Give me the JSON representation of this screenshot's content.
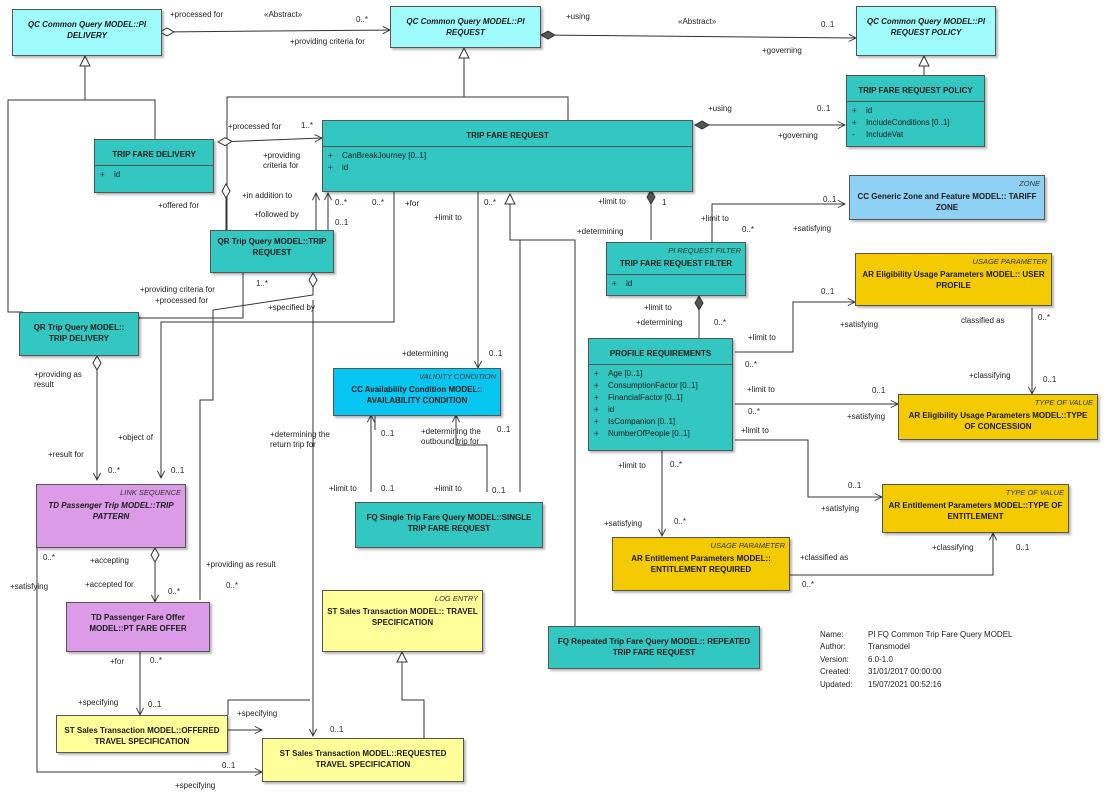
{
  "classes": {
    "pi_delivery": {
      "title": "QC Common Query MODEL::PI DELIVERY"
    },
    "pi_request": {
      "title": "QC Common Query MODEL::PI REQUEST"
    },
    "pi_request_policy": {
      "title": "QC Common Query MODEL::PI REQUEST POLICY"
    },
    "trip_fare_request_policy": {
      "title": "TRIP FARE REQUEST POLICY",
      "attrs": [
        {
          "vis": "+",
          "name": "id"
        },
        {
          "vis": "+",
          "name": "IncludeConditions [0..1]"
        },
        {
          "vis": "-",
          "name": "IncludeVat"
        }
      ]
    },
    "trip_fare_delivery": {
      "title": "TRIP FARE DELIVERY",
      "attrs": [
        {
          "vis": "+",
          "name": "id"
        }
      ]
    },
    "trip_fare_request": {
      "title": "TRIP FARE REQUEST",
      "attrs": [
        {
          "vis": "+",
          "name": "CanBreakJourney [0..1]"
        },
        {
          "vis": "+",
          "name": "id"
        }
      ]
    },
    "tariff_zone": {
      "stereotype": "ZONE",
      "title": "CC Generic Zone and Feature MODEL:: TARIFF ZONE"
    },
    "qr_trip_request": {
      "title": "QR Trip Query MODEL::TRIP REQUEST"
    },
    "trip_fare_request_filter": {
      "stereotype": "PI REQUEST FILTER",
      "title": "TRIP FARE REQUEST FILTER",
      "attrs": [
        {
          "vis": "+",
          "name": "id"
        }
      ]
    },
    "user_profile": {
      "stereotype": "USAGE PARAMETER",
      "title": "AR Eligibility Usage Parameters MODEL:: USER PROFILE"
    },
    "qr_trip_delivery": {
      "title": "QR Trip Query MODEL:: TRIP DELIVERY"
    },
    "profile_requirements": {
      "title": "PROFILE REQUIREMENTS",
      "attrs": [
        {
          "vis": "+",
          "name": "Age [0..1]"
        },
        {
          "vis": "+",
          "name": "ConsumptionFactor [0..1]"
        },
        {
          "vis": "+",
          "name": "FinancialFactor [0..1]"
        },
        {
          "vis": "+",
          "name": "id"
        },
        {
          "vis": "+",
          "name": "IsCompanion [0..1]"
        },
        {
          "vis": "+",
          "name": "NumberOfPeople [0..1]"
        }
      ]
    },
    "availability_condition": {
      "stereotype": "VALIDITY CONDITION",
      "title": "CC Availability Condition MODEL:: AVAILABILITY CONDITION"
    },
    "type_of_concession": {
      "stereotype": "TYPE OF VALUE",
      "title": "AR Eligibility Usage Parameters MODEL::TYPE OF CONCESSION"
    },
    "trip_pattern": {
      "stereotype": "LINK SEQUENCE",
      "title": "TD Passenger Trip MODEL::TRIP PATTERN"
    },
    "single_trip_fare_request": {
      "title": "FQ Single Trip Fare Query MODEL::SINGLE TRIP FARE REQUEST"
    },
    "type_of_entitlement": {
      "stereotype": "TYPE OF VALUE",
      "title": "AR Entitlement Parameters MODEL::TYPE OF ENTITLEMENT"
    },
    "entitlement_required": {
      "stereotype": "USAGE PARAMETER",
      "title": "AR Entitlement Parameters MODEL:: ENTITLEMENT REQUIRED"
    },
    "pt_fare_offer": {
      "title": "TD Passenger Fare Offer MODEL::PT FARE OFFER"
    },
    "travel_specification": {
      "stereotype": "LOG ENTRY",
      "title": "ST Sales Transaction MODEL:: TRAVEL SPECIFICATION"
    },
    "repeated_trip_fare_request": {
      "title": "FQ Repeated Trip Fare Query MODEL:: REPEATED TRIP FARE REQUEST"
    },
    "offered_travel_spec": {
      "title": "ST Sales Transaction MODEL::OFFERED TRAVEL SPECIFICATION"
    },
    "requested_travel_spec": {
      "title": "ST Sales Transaction MODEL::REQUESTED TRAVEL SPECIFICATION"
    }
  },
  "labels": [
    "+processed for",
    "«Abstract»",
    "0..*",
    "+providing criteria for",
    "+using",
    "«Abstract»",
    "0..1",
    "+governing",
    "+using",
    "0..1",
    "+governing",
    "+processed for",
    "1..*",
    "+providing criteria for",
    "+in addition to",
    "+followed by",
    "0..*",
    "0..1",
    "0..*",
    "+for",
    "0..*",
    "+limit to",
    "+limit to",
    "1",
    "+limit to",
    "0..1",
    "0..*",
    "+satisfying",
    "+determining",
    "+offered for",
    "+providing criteria for",
    "+processed for",
    "1..*",
    "+specified by",
    "+limit to",
    "+determining",
    "0..*",
    "0..1",
    "+limit to",
    "+satisfying",
    "classified as",
    "0..*",
    "+determining",
    "0..1",
    "0..*",
    "+classifying",
    "0..1",
    "+providing as result",
    "+limit to",
    "0..1",
    "+satisfying",
    "0..*",
    "+limit to",
    "0..1",
    "+determining the outbound trip for",
    "0..1",
    "+object of",
    "+determining the return trip for",
    "+limit to",
    "0..*",
    "+result for",
    "0..*",
    "0..1",
    "+limit to",
    "0..1",
    "+limit to",
    "0..1",
    "0..1",
    "+satisfying",
    "0..*",
    "+satisfying",
    "+classified as",
    "+classifying",
    "0..1",
    "0..*",
    "0..*",
    "+accepting",
    "+satisfying",
    "+accepted for",
    "0..*",
    "+providing as result",
    "0..*",
    "+for",
    "0..*",
    "+specifying",
    "0..1",
    "+specifying",
    "0..1",
    "0..1",
    "+specifying"
  ],
  "metadata": {
    "rows": [
      {
        "key": "Name:",
        "value": "PI FQ Common Trip Fare Query MODEL"
      },
      {
        "key": "Author:",
        "value": "Transmodel"
      },
      {
        "key": "Version:",
        "value": "6.0-1.0"
      },
      {
        "key": "Created:",
        "value": "31/01/2017 00:00:00"
      },
      {
        "key": "Updated:",
        "value": "15/07/2021 00:52:16"
      }
    ]
  },
  "colors": {
    "abstract_cyan": "#9ffcfc",
    "teal": "#33c7c2",
    "zone_blue": "#8fd0f5",
    "validity_blue": "#07c7f2",
    "usage_yellow": "#f3cb00",
    "log_pale": "#ffff99",
    "link_pink": "#dc9be6",
    "line": "#333333"
  }
}
